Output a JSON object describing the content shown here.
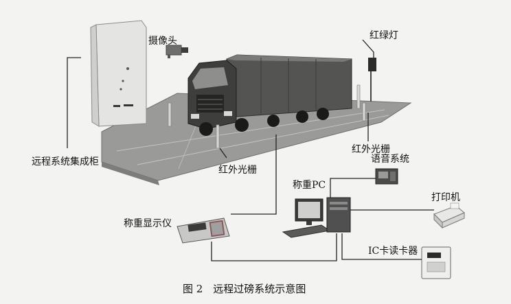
{
  "labels": {
    "camera": "摄像头",
    "traffic_light": "红绿灯",
    "cabinet": "远程系统集成柜",
    "ir_grating_right": "红外光栅",
    "ir_grating_left": "红外光栅",
    "voice_system": "语音系统",
    "weighing_pc": "称重PC",
    "printer": "打印机",
    "weighing_display": "称重显示仪",
    "ic_reader": "IC卡读卡器"
  },
  "caption": "图 2　远程过磅系统示意图"
}
